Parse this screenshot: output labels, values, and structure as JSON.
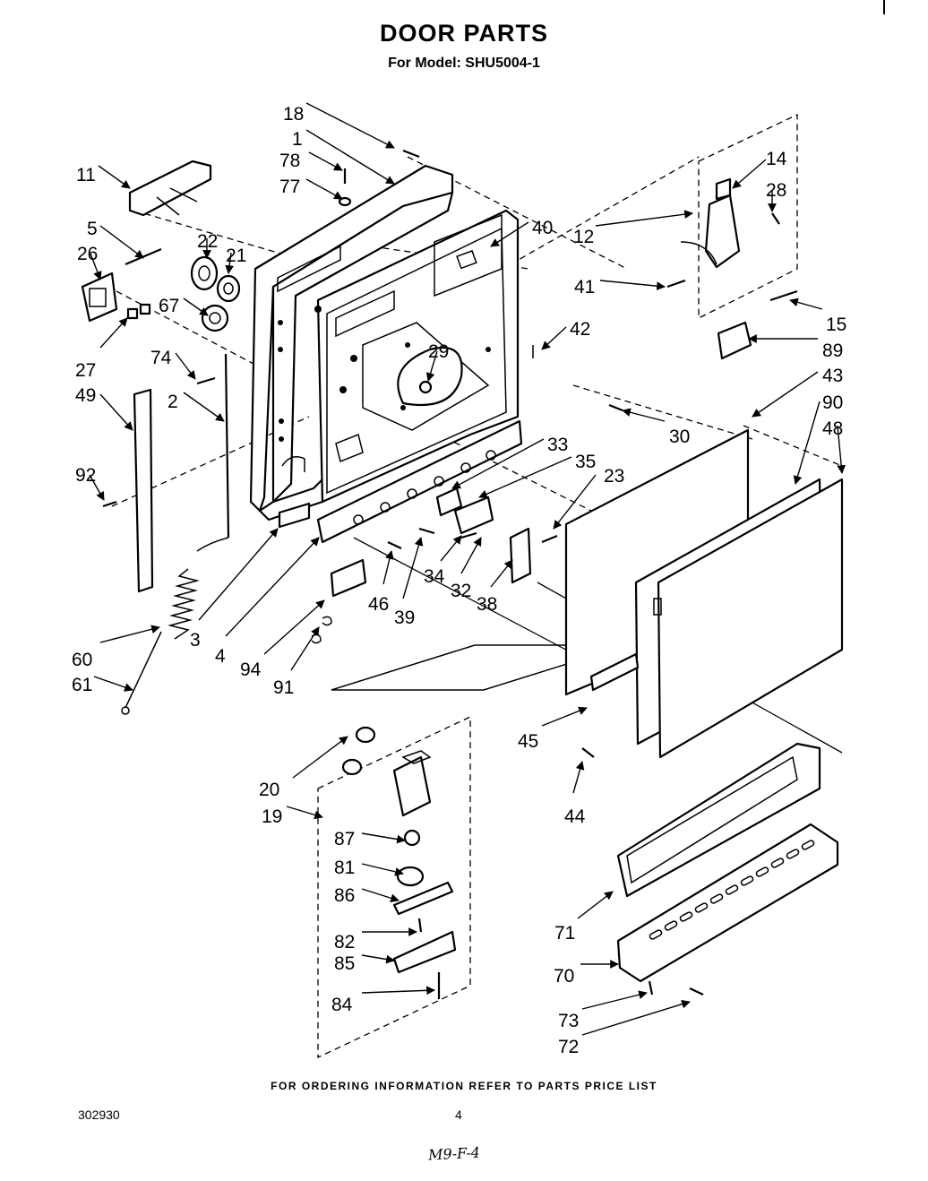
{
  "header": {
    "title": "DOOR PARTS",
    "subtitle": "For Model: SHU5004-1"
  },
  "footer": {
    "ordering_note": "FOR ORDERING INFORMATION REFER TO PARTS PRICE LIST",
    "document_number": "302930",
    "page_number": "4",
    "handwritten_note": "M9-F-4"
  },
  "callouts": [
    "18",
    "1",
    "78",
    "77",
    "11",
    "5",
    "26",
    "22",
    "21",
    "67",
    "27",
    "74",
    "49",
    "2",
    "92",
    "60",
    "61",
    "3",
    "4",
    "94",
    "91",
    "29",
    "40",
    "12",
    "41",
    "14",
    "28",
    "15",
    "89",
    "42",
    "43",
    "90",
    "48",
    "30",
    "33",
    "35",
    "23",
    "34",
    "32",
    "38",
    "46",
    "39",
    "45",
    "44",
    "20",
    "19",
    "87",
    "81",
    "86",
    "82",
    "85",
    "84",
    "71",
    "70",
    "73",
    "72"
  ]
}
